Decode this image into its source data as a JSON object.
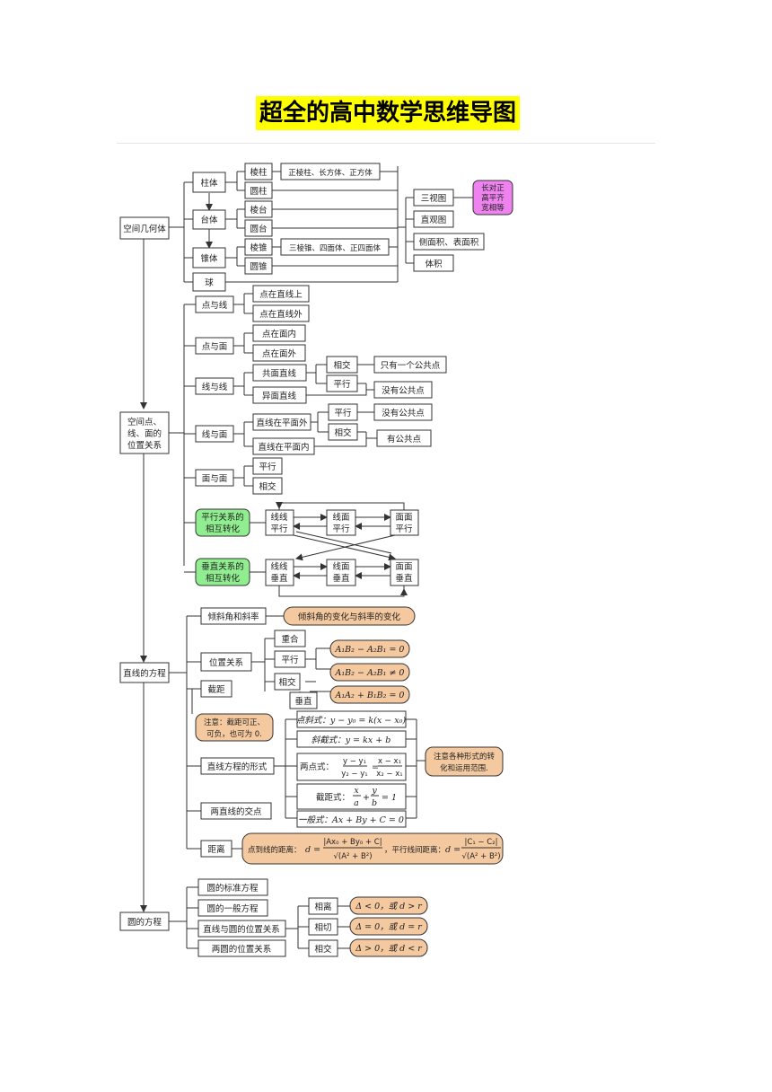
{
  "title": "超全的高中数学思维导图",
  "solid": {
    "root": "空间几何体",
    "zhuti": "柱体",
    "taiti": "台体",
    "zhuiti": "锥体",
    "qiu": "球",
    "lengzhu": "棱柱",
    "yuanzhu": "圆柱",
    "lengtai": "棱台",
    "yuantai": "圆台",
    "lengzhui": "棱锥",
    "yuanzhui": "圆锥",
    "prism_kinds": "正棱柱、长方体、正方体",
    "pyramid_kinds": "三棱锥、四面体、正四面体",
    "sanshitu": "三视图",
    "zhiguantu": "直观图",
    "cemianji": "侧面积、表面积",
    "tiji": "体积",
    "rule1": "长对正",
    "rule2": "高平齐",
    "rule3": "宽相等"
  },
  "position": {
    "root1": "空间点、",
    "root2": "线、面的",
    "root3": "位置关系",
    "dianxian": "点与线",
    "dianzaizhixian": "点在直线上",
    "dianzaixianwai": "点在直线外",
    "dianmian": "点与面",
    "dianzaimiannei": "点在面内",
    "dianzaimianwai": "点在面外",
    "xianxian": "线与线",
    "gongmian": "共面直线",
    "yimian": "异面直线",
    "xiangjiao": "相交",
    "pingxing": "平行",
    "zhiyou": "只有一个公共点",
    "meiyou": "没有公共点",
    "xianmian": "线与面",
    "zaimianwai": "直线在平面外",
    "zaimiannei": "直线在平面内",
    "meiyou2": "没有公共点",
    "yougong": "有公共点",
    "mianmian": "面与面",
    "pingxing2": "平行",
    "xiangjiao2": "相交",
    "px_conv1": "平行关系的",
    "px_conv2": "相互转化",
    "cz_conv1": "垂直关系的",
    "cz_conv2": "相互转化",
    "xianxian_px1": "线线",
    "xianxian_px2": "平行",
    "xianmian_px1": "线面",
    "xianmian_px2": "平行",
    "mianmian_px1": "面面",
    "mianmian_px2": "平行",
    "xianxian_cz1": "线线",
    "xianxian_cz2": "垂直",
    "xianmian_cz1": "线面",
    "xianmian_cz2": "垂直",
    "mianmian_cz1": "面面",
    "mianmian_cz2": "垂直"
  },
  "line": {
    "root": "直线的方程",
    "qingxiejiao": "倾斜角和斜率",
    "qingxiejiao_note": "倾斜角的变化与斜率的变化",
    "weizhi": "位置关系",
    "chonghe": "重合",
    "pingxing": "平行",
    "xiangjiao": "相交",
    "chuizhi": "垂直",
    "f_parallel": "A₁B₂ − A₂B₁ = 0",
    "f_intersect": "A₁B₂ − A₂B₁ ≠ 0",
    "f_perp": "A₁A₂ + B₁B₂ = 0",
    "jieju": "截距",
    "jieju_note1": "注意：截距可正、",
    "jieju_note2": "可负，也可为 0.",
    "xingshi": "直线方程的形式",
    "dianxie": "点斜式：y − y₀ = k(x − x₀)",
    "xiejie": "斜截式：y = kx + b",
    "liangdian_label": "两点式：",
    "liangdian_l_num": "y − y₁",
    "liangdian_l_den": "y₂ − y₁",
    "liangdian_r_num": "x − x₁",
    "liangdian_r_den": "x₂ − x₁",
    "jieju_label": "截距式：",
    "jieju_eq": "= 1",
    "yiban": "一般式：Ax + By + C = 0",
    "xingshi_note1": "注意各种形式的转",
    "xingshi_note2": "化和运用范围.",
    "jiaodian": "两直线的交点",
    "juli": "距离",
    "d1_label": "点到线的距离：",
    "d1_num": "|Ax₀ + By₀ + C|",
    "d1_den": "√(A² + B²)",
    "d2_label": "，平行线间距离：",
    "d2_num": "|C₁ − C₂|",
    "d2_den": "√(A² + B²)"
  },
  "circle": {
    "root": "圆的方程",
    "biaozhun": "圆的标准方程",
    "yiban": "圆的一般方程",
    "zhixian_yuan": "直线与圆的位置关系",
    "liangyuan": "两圆的位置关系",
    "xiangli": "相离",
    "xiangqie": "相切",
    "xiangjiao": "相交",
    "f_xiangli": "Δ < 0，或 d > r",
    "f_xiangqie": "Δ = 0，或 d = r",
    "f_xiangjiao": "Δ > 0，或 d < r"
  },
  "colors": {
    "highlight": "#ffff00",
    "pink": "#ee82ee",
    "green": "#90ee90",
    "orange": "#f5c9a0",
    "line": "#333333"
  }
}
